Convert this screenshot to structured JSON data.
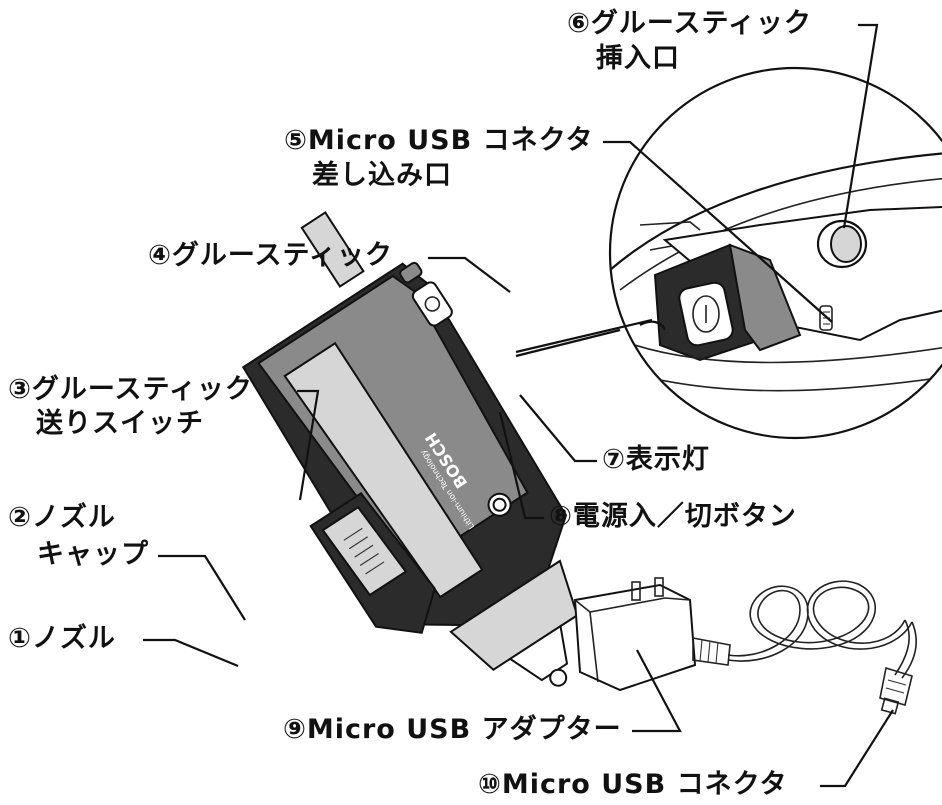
{
  "labels": {
    "p1": "①ノズル",
    "p2_line1": "②ノズル",
    "p2_line2": "キャップ",
    "p3_line1": "③グルースティック",
    "p3_line2": "送りスイッチ",
    "p4": "④グルースティック",
    "p5_line1": "⑤Micro USB コネクタ",
    "p5_line2": "差し込み口",
    "p6_line1": "⑥グルースティック",
    "p6_line2": "挿入口",
    "p7": "⑦表示灯",
    "p8": "⑧電源入／切ボタン",
    "p9": "⑨Micro USB アダプター",
    "p10": "⑩Micro USB コネクタ"
  },
  "product_markings": {
    "brand": "BOSCH",
    "technology": "Lithium-ion Technology"
  },
  "colors": {
    "ink": "#111111",
    "body_dark": "#2b2b2b",
    "body_mid": "#8a8a8a",
    "body_light": "#d6d6d6",
    "background": "#ffffff"
  },
  "icons": {
    "power": "power-button-icon",
    "brand": "bosch-logo-icon"
  }
}
